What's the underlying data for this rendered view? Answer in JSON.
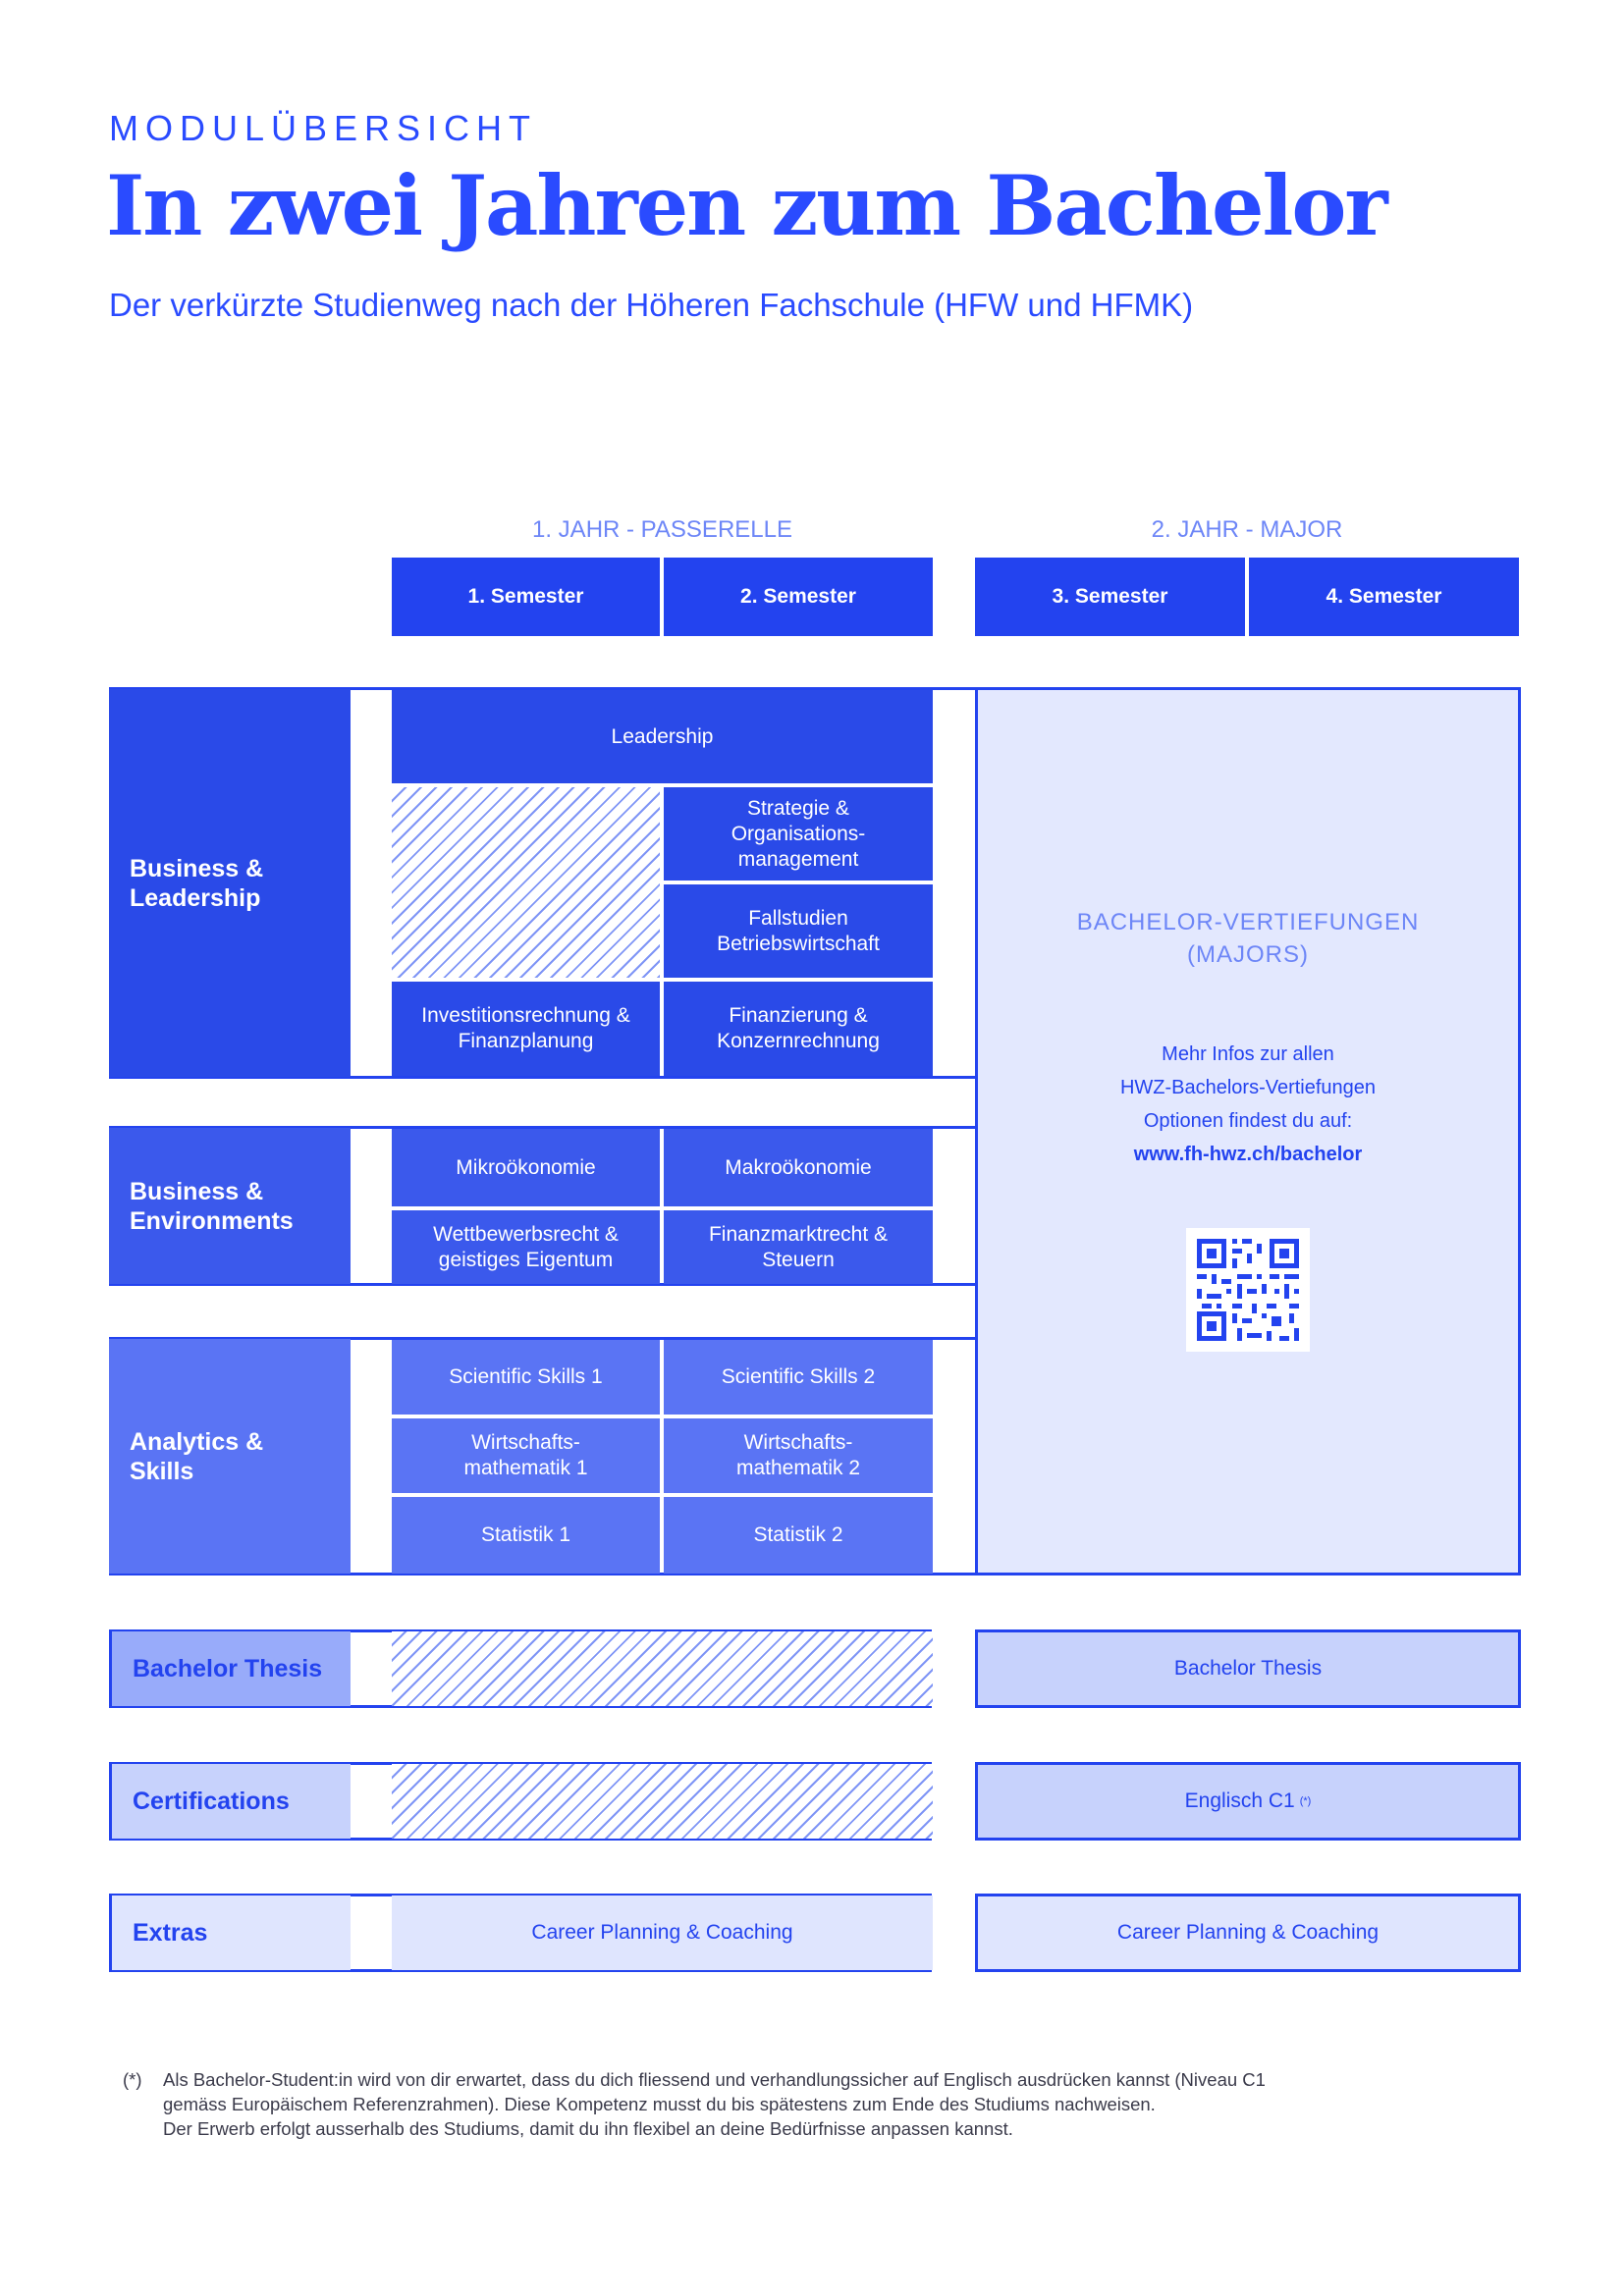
{
  "header": {
    "eyebrow": "MODULÜBERSICHT",
    "title": "In zwei Jahren zum Bachelor",
    "subtitle": "Der verkürzte Studienweg nach der Höheren Fachschule (HFW und HFMK)"
  },
  "years": [
    "1. JAHR - PASSERELLE",
    "2. JAHR - MAJOR"
  ],
  "semesters": [
    "1. Semester",
    "2. Semester",
    "3. Semester",
    "4. Semester"
  ],
  "business_leadership": {
    "label_line1": "Business &",
    "label_line2": "Leadership",
    "leadership": "Leadership",
    "strategie": [
      "Strategie &",
      "Organisations-",
      "management"
    ],
    "fallstudien": [
      "Fallstudien",
      "Betriebswirtschaft"
    ],
    "investition": [
      "Investitionsrechnung &",
      "Finanzplanung"
    ],
    "finanzierung": [
      "Finanzierung &",
      "Konzernrechnung"
    ]
  },
  "business_environments": {
    "label_line1": "Business &",
    "label_line2": "Environments",
    "mikro": "Mikroökonomie",
    "makro": "Makroökonomie",
    "wettbewerb": [
      "Wettbewerbsrecht &",
      "geistiges Eigentum"
    ],
    "finanzmarkt": [
      "Finanzmarktrecht &",
      "Steuern"
    ]
  },
  "analytics_skills": {
    "label_line1": "Analytics &",
    "label_line2": "Skills",
    "scientific1": "Scientific Skills 1",
    "scientific2": "Scientific Skills 2",
    "wimath1": [
      "Wirtschafts-",
      "mathematik 1"
    ],
    "wimath2": [
      "Wirtschafts-",
      "mathematik 2"
    ],
    "statistik1": "Statistik 1",
    "statistik2": "Statistik 2"
  },
  "majors": {
    "title_line1": "BACHELOR-VERTIEFUNGEN",
    "title_line2": "(MAJORS)",
    "info_line1": "Mehr Infos zur allen",
    "info_line2": "HWZ-Bachelors-Vertiefungen",
    "info_line3": "Optionen findest du auf:",
    "url": "www.fh-hwz.ch/bachelor",
    "qr_icon": "qr-code-icon"
  },
  "thesis": {
    "label": "Bachelor Thesis",
    "major_cell": "Bachelor Thesis"
  },
  "certifications": {
    "label": "Certifications",
    "major_cell": "Englisch C1",
    "marker": "(*)"
  },
  "extras": {
    "label": "Extras",
    "cell_year1": "Career Planning & Coaching",
    "cell_year2": "Career Planning & Coaching"
  },
  "footnote": {
    "marker": "(*)",
    "line1": "Als Bachelor-Student:in wird von dir erwartet, dass du dich fliessend und verhandlungssicher auf Englisch ausdrücken kannst (Niveau C1",
    "line2": "gemäss Europäischem Referenzrahmen). Diese Kompetenz musst du bis spätestens zum Ende des Studiums nachweisen.",
    "line3": "Der Erwerb erfolgt ausserhalb des Studiums, damit du ihn flexibel an deine Bedürfnisse anpassen kannst."
  },
  "colors": {
    "primary": "#2343ef",
    "category_dark": "#2a4ae8",
    "category_light": "#5a74f4",
    "major_bg": "#e3e8fe"
  }
}
